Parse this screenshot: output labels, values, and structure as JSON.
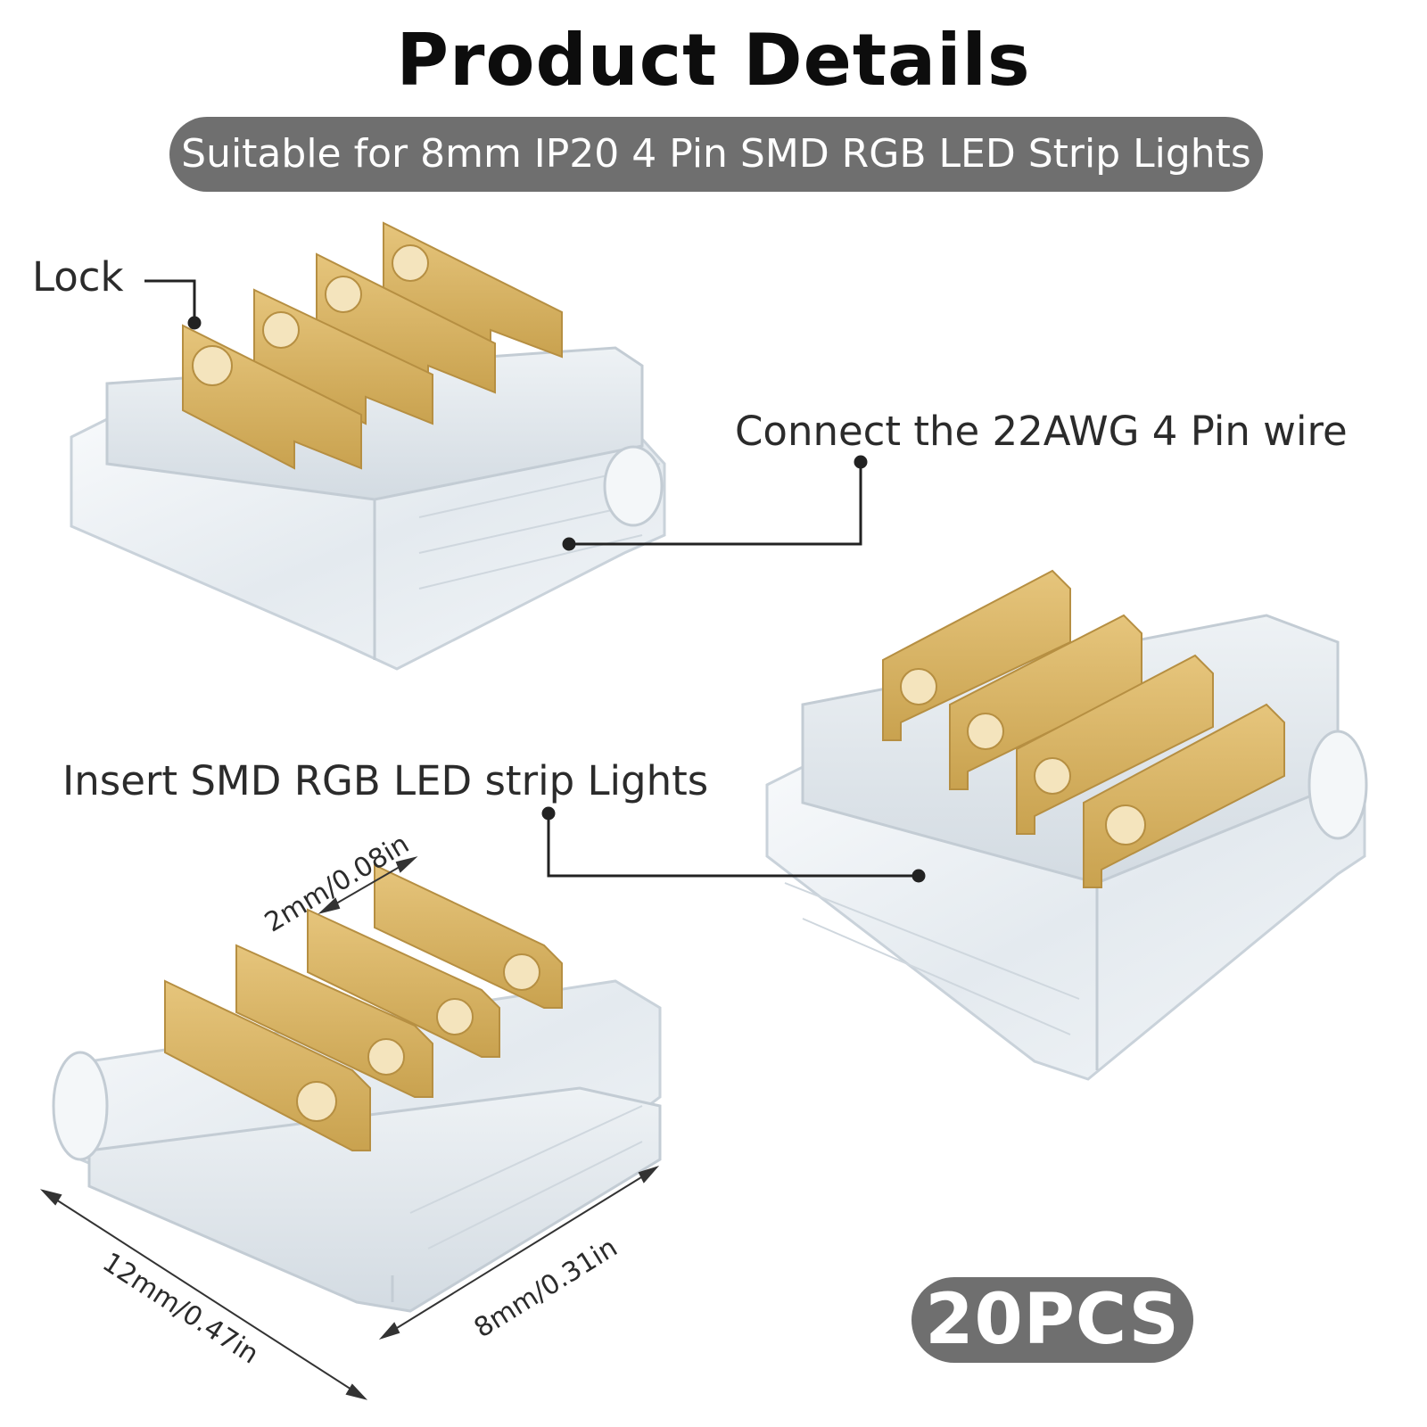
{
  "title": "Product Details",
  "subtitle": "Suitable for 8mm IP20 4 Pin SMD RGB LED Strip Lights",
  "callouts": {
    "lock": "Lock",
    "wire": "Connect the 22AWG 4 Pin wire",
    "insert": "Insert SMD RGB LED strip Lights"
  },
  "dimensions": {
    "pin_gap": "2mm/0.08in",
    "length": "12mm/0.47in",
    "width": "8mm/0.31in"
  },
  "quantity": "20PCS",
  "colors": {
    "pill_gray": "#6f6f6f",
    "gold_pin": "#d9b463",
    "clear_body": "#e9eef2"
  }
}
